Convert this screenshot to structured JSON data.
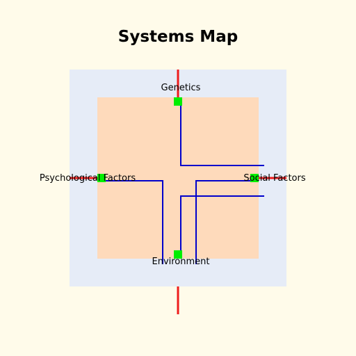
{
  "title": "Systems Map",
  "nodes": {
    "top": "Genetics",
    "left": "Psychological Factors",
    "right": "Social Factors",
    "bottom": "Environment"
  },
  "colors": {
    "background": "#fffbea",
    "outer_region": "#e6ecf7",
    "inner_region": "#fedabb",
    "axis": "#ee1c1c",
    "connector": "#0000cc",
    "node_marker": "#00ee00",
    "text": "#000000"
  }
}
